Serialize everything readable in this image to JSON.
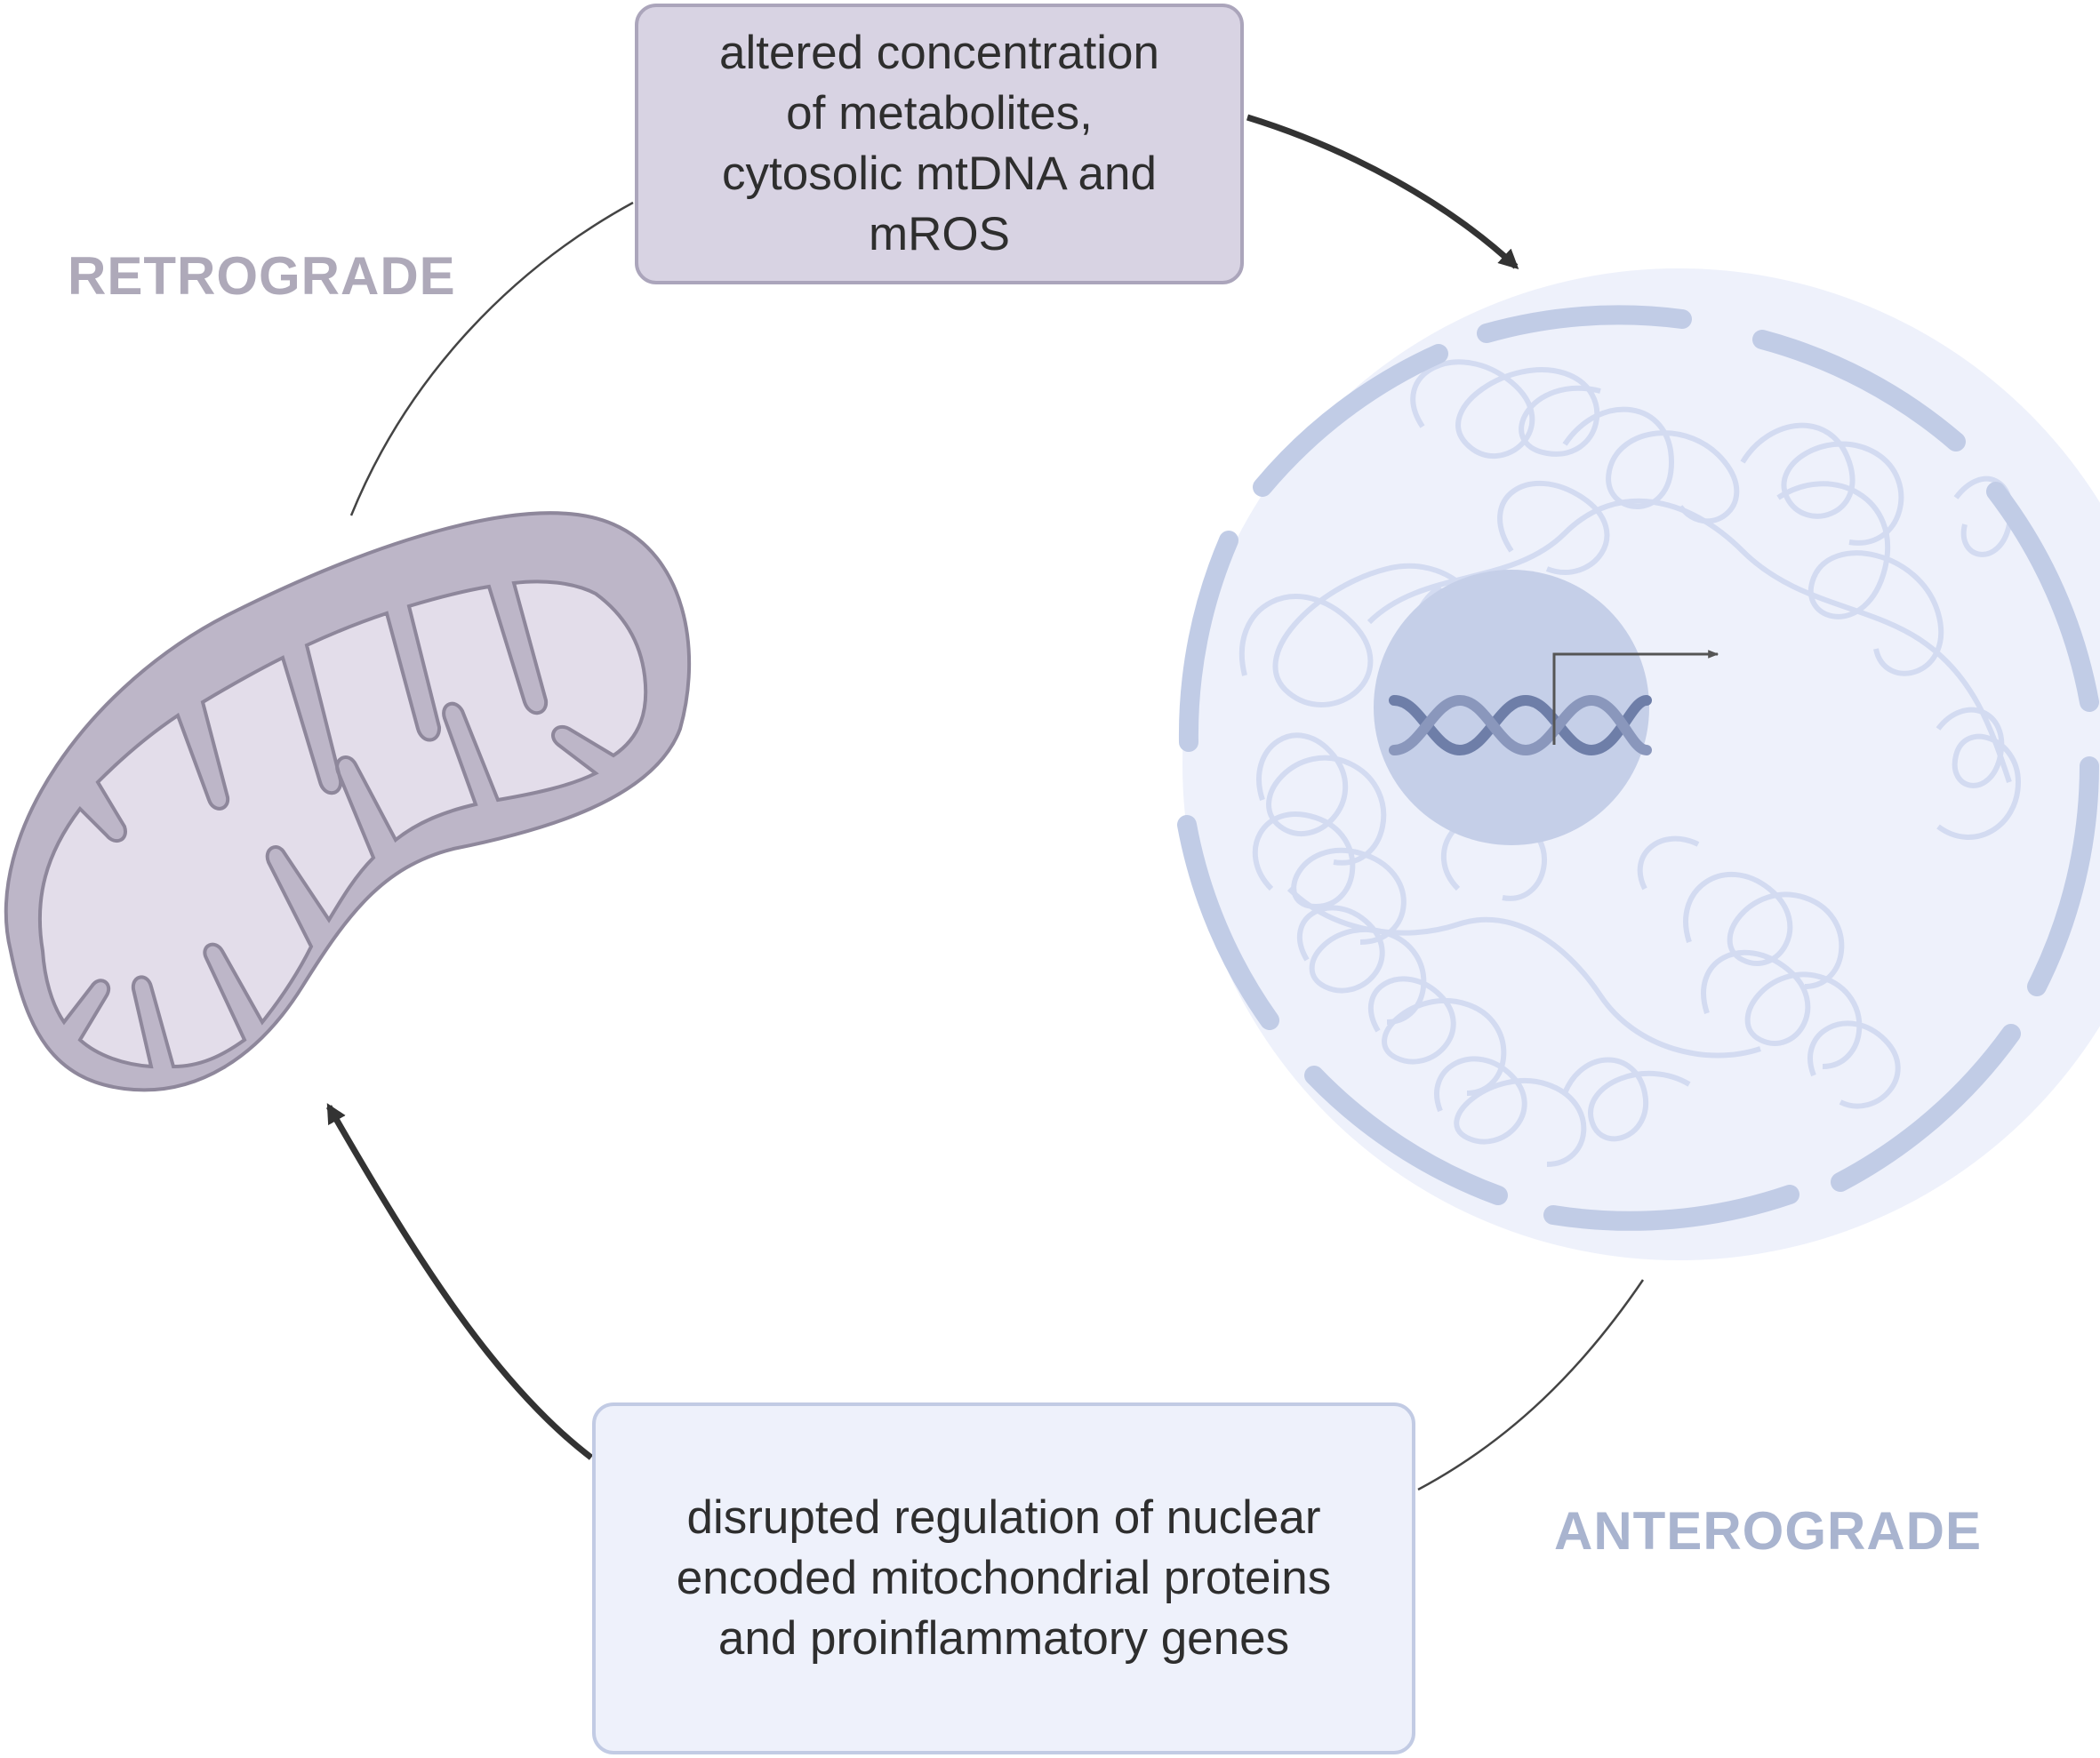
{
  "top_box": {
    "lines": [
      "altered concentration",
      "of metabolites,",
      "cytosolic mtDNA and",
      "mROS"
    ]
  },
  "bottom_box": {
    "lines": [
      "disrupted regulation of nuclear",
      "encoded mitochondrial proteins",
      "and proinflammatory genes"
    ]
  },
  "labels": {
    "retrograde": "RETROGRADE",
    "anterograde": "ANTEROGRADE"
  },
  "icons": {
    "mitochondrion": "mitochondrion-icon",
    "nucleus": "nucleus-icon",
    "dna": "dna-double-helix-icon",
    "transcription_arrow": "transcription-arrow-icon"
  },
  "colors": {
    "mito_outer": "#bdb6c8",
    "mito_inner": "#e3ddea",
    "mito_stroke": "#8e879b",
    "nucleus_fill": "#eef1fb",
    "envelope": "#c1cce6",
    "chromatin": "#d3dbf1",
    "nucleolus": "#c5cfe8",
    "dna": "#6e7ea8",
    "arrow": "#333333",
    "retrograde_label": "#aea9b9",
    "anterograde_label": "#a9b4cf"
  }
}
